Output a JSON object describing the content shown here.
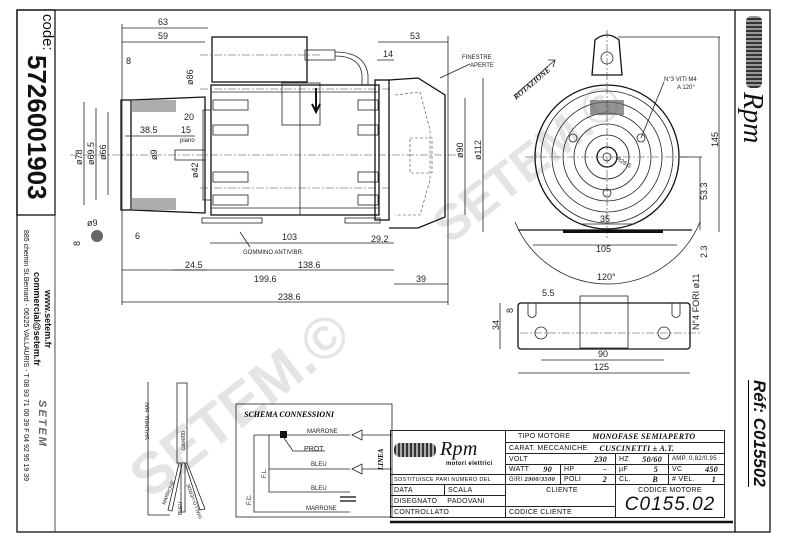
{
  "side_strip": {
    "code_label": "code:",
    "code_value": "5726001903",
    "website": "www.setem.fr",
    "email": "commercial@setem.fr",
    "address": "885 chemin St.Bernard  -  06225 VALLAURIS  -  T 08 93 71 00 39  F 04 92 95 19 39",
    "brand": "SETEM"
  },
  "right_strip": {
    "logo": "Rpm",
    "ref_label": "Réf: C015502"
  },
  "watermark": "SETEM.©",
  "side_view": {
    "dims": [
      "63",
      "59",
      "53",
      "14",
      "8",
      "ø86",
      "20",
      "38.5",
      "15",
      "piano",
      "ø78",
      "ø69.5",
      "ø66",
      "ø9",
      "ø42",
      "ø90",
      "ø112",
      "ø9",
      "8",
      "6",
      "103",
      "29.2",
      "24.5",
      "138.6",
      "199.6",
      "39",
      "238.6"
    ],
    "finestre": "FINESTRE",
    "aperte": "APERTE",
    "gommino": "GOMMINO ANTIVIBR."
  },
  "front_view": {
    "rotazione": "ROTAZIONE",
    "viti": "N°3 VITI M4",
    "viti_angle": "A 120°",
    "radius": "R26.5",
    "dims": [
      "145",
      "53.3",
      "2.3",
      "35",
      "105",
      "120°"
    ]
  },
  "base_plate": {
    "dims": [
      "5.5",
      "8",
      "34",
      "90",
      "125"
    ],
    "holes": "N°4 FORI ø11"
  },
  "cable": {
    "length": "SP.ORIG. 500",
    "label": "cavetto",
    "wires": [
      "MARRONE",
      "BLEU",
      "GIALLO-VERDE"
    ]
  },
  "schema": {
    "title": "SCHEMA CONNESSIONI",
    "marrone_top": "MARRONE",
    "prot": "PROT.",
    "bleu_mid": "BLEU",
    "linea": "LINEA",
    "fl": "F.L.",
    "fc": "F.C.",
    "bleu_low": "BLEU",
    "marrone_low": "MARRONE"
  },
  "title_block": {
    "logo": "Rpm",
    "logo_sub": "motori elettrici",
    "sostituisce": "SOSTITUISCE PARI NUMERO DEL",
    "data": "DATA",
    "scala": "SCALA",
    "disegnato": "DISEGNATO",
    "disegnato_value": "PADOVANI",
    "controllato": "CONTROLLATO",
    "tipo_motore_label": "TIPO MOTORE",
    "tipo_motore": "MONOFASE SEMIAPERTO",
    "carat_label": "CARAT. MECCANICHE",
    "carat": "CUSCINETTI  ±  A.T.",
    "volt_label": "VOLT",
    "volt": "230",
    "hz_label": "HZ",
    "hz": "50/60",
    "amp_label": "AMP.",
    "amp": "0.82/0.95",
    "watt_label": "WATT",
    "watt": "90",
    "hp_label": "HP",
    "hp": "–",
    "uf_label": "µF",
    "uf": "5",
    "vc_label": "VC",
    "vc": "450",
    "giri_label": "GIRI",
    "giri": "2900/3500",
    "poli_label": "POLI",
    "poli": "2",
    "cl_label": "CL.",
    "cl": "B",
    "vel_label": "# VEL.",
    "vel": "1",
    "cliente": "CLIENTE",
    "codice_cliente": "CODICE CLIENTE",
    "codice_motore_label": "CODICE MOTORE",
    "codice_motore": "C0155.02"
  }
}
